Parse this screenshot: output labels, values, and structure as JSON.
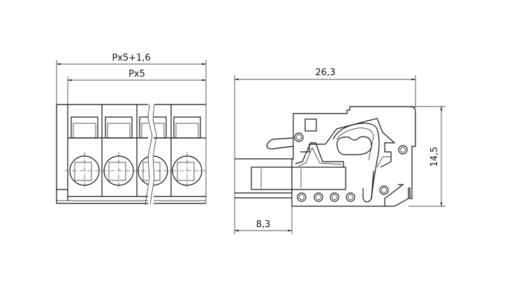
{
  "front_view": {
    "dim_overall": "Px5+1,6",
    "dim_pitch": "Px5",
    "terminal_count": 4
  },
  "side_view": {
    "dim_length": "26,3",
    "dim_height": "14,5",
    "dim_insert": "8,3"
  }
}
